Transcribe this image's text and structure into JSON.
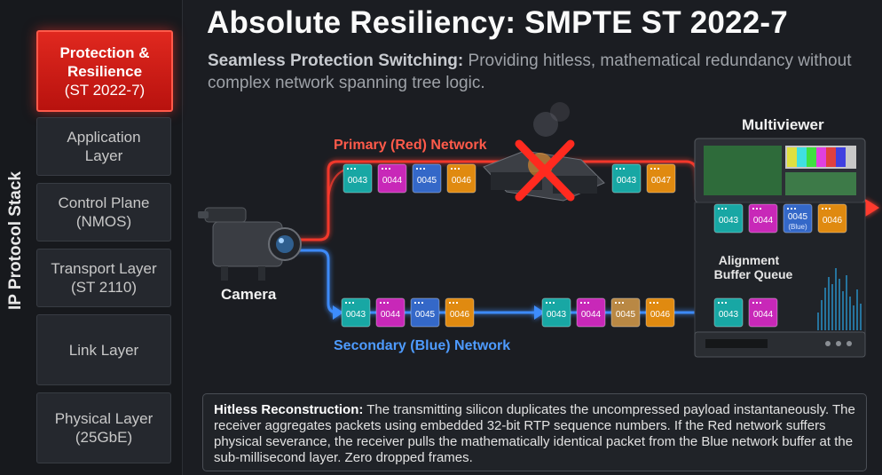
{
  "sidebar": {
    "stack_label": "IP Protocol Stack",
    "layers": [
      {
        "line1": "Protection &",
        "line2": "Resilience",
        "line3": "(ST 2022-7)"
      },
      {
        "line1": "Application",
        "line2": "Layer"
      },
      {
        "line1": "Control Plane",
        "line2": "(NMOS)"
      },
      {
        "line1": "Transport Layer",
        "line2": "(ST 2110)"
      },
      {
        "line1": "Link Layer"
      },
      {
        "line1": "Physical Layer",
        "line2": "(25GbE)"
      }
    ]
  },
  "header": {
    "title": "Absolute Resiliency: SMPTE ST 2022-7",
    "subtitle_bold": "Seamless Protection Switching:",
    "subtitle_rest": " Providing hitless, mathematical redundancy without complex network spanning tree logic."
  },
  "diagram": {
    "primary_label": "Primary (Red) Network",
    "secondary_label": "Secondary (Blue) Network",
    "camera_label": "Camera",
    "multiviewer_label": "Multiviewer",
    "buffer_line1": "Alignment",
    "buffer_line2": "Buffer Queue",
    "red_packets_before": [
      "0043",
      "0044",
      "0045",
      "0046"
    ],
    "red_packets_after": [
      "0043",
      "0047"
    ],
    "blue_packets_a": [
      "0043",
      "0044",
      "0045",
      "0046"
    ],
    "blue_packets_b": [
      "0043",
      "0044",
      "0045",
      "0046"
    ],
    "output_packets": [
      "0043",
      "0044",
      "0045",
      "0046"
    ],
    "output_blue_tag": "(Blue)",
    "buffer_packets": [
      "0043",
      "0044"
    ],
    "colors": {
      "red": "#ff3a2e",
      "blue": "#3d8dff",
      "packet_teal": "#18a7a4",
      "packet_magenta": "#c828b8",
      "packet_blue": "#3468c8",
      "packet_orange": "#e08a10",
      "packet_tan": "#b98844"
    }
  },
  "note": {
    "bold": "Hitless Reconstruction:",
    "text": " The transmitting silicon duplicates the uncompressed payload instantaneously. The receiver aggregates packets using embedded 32-bit RTP sequence numbers. If the Red network suffers physical severance, the receiver pulls the mathematically identical packet from the Blue network buffer at the sub-millisecond layer. Zero dropped frames."
  }
}
